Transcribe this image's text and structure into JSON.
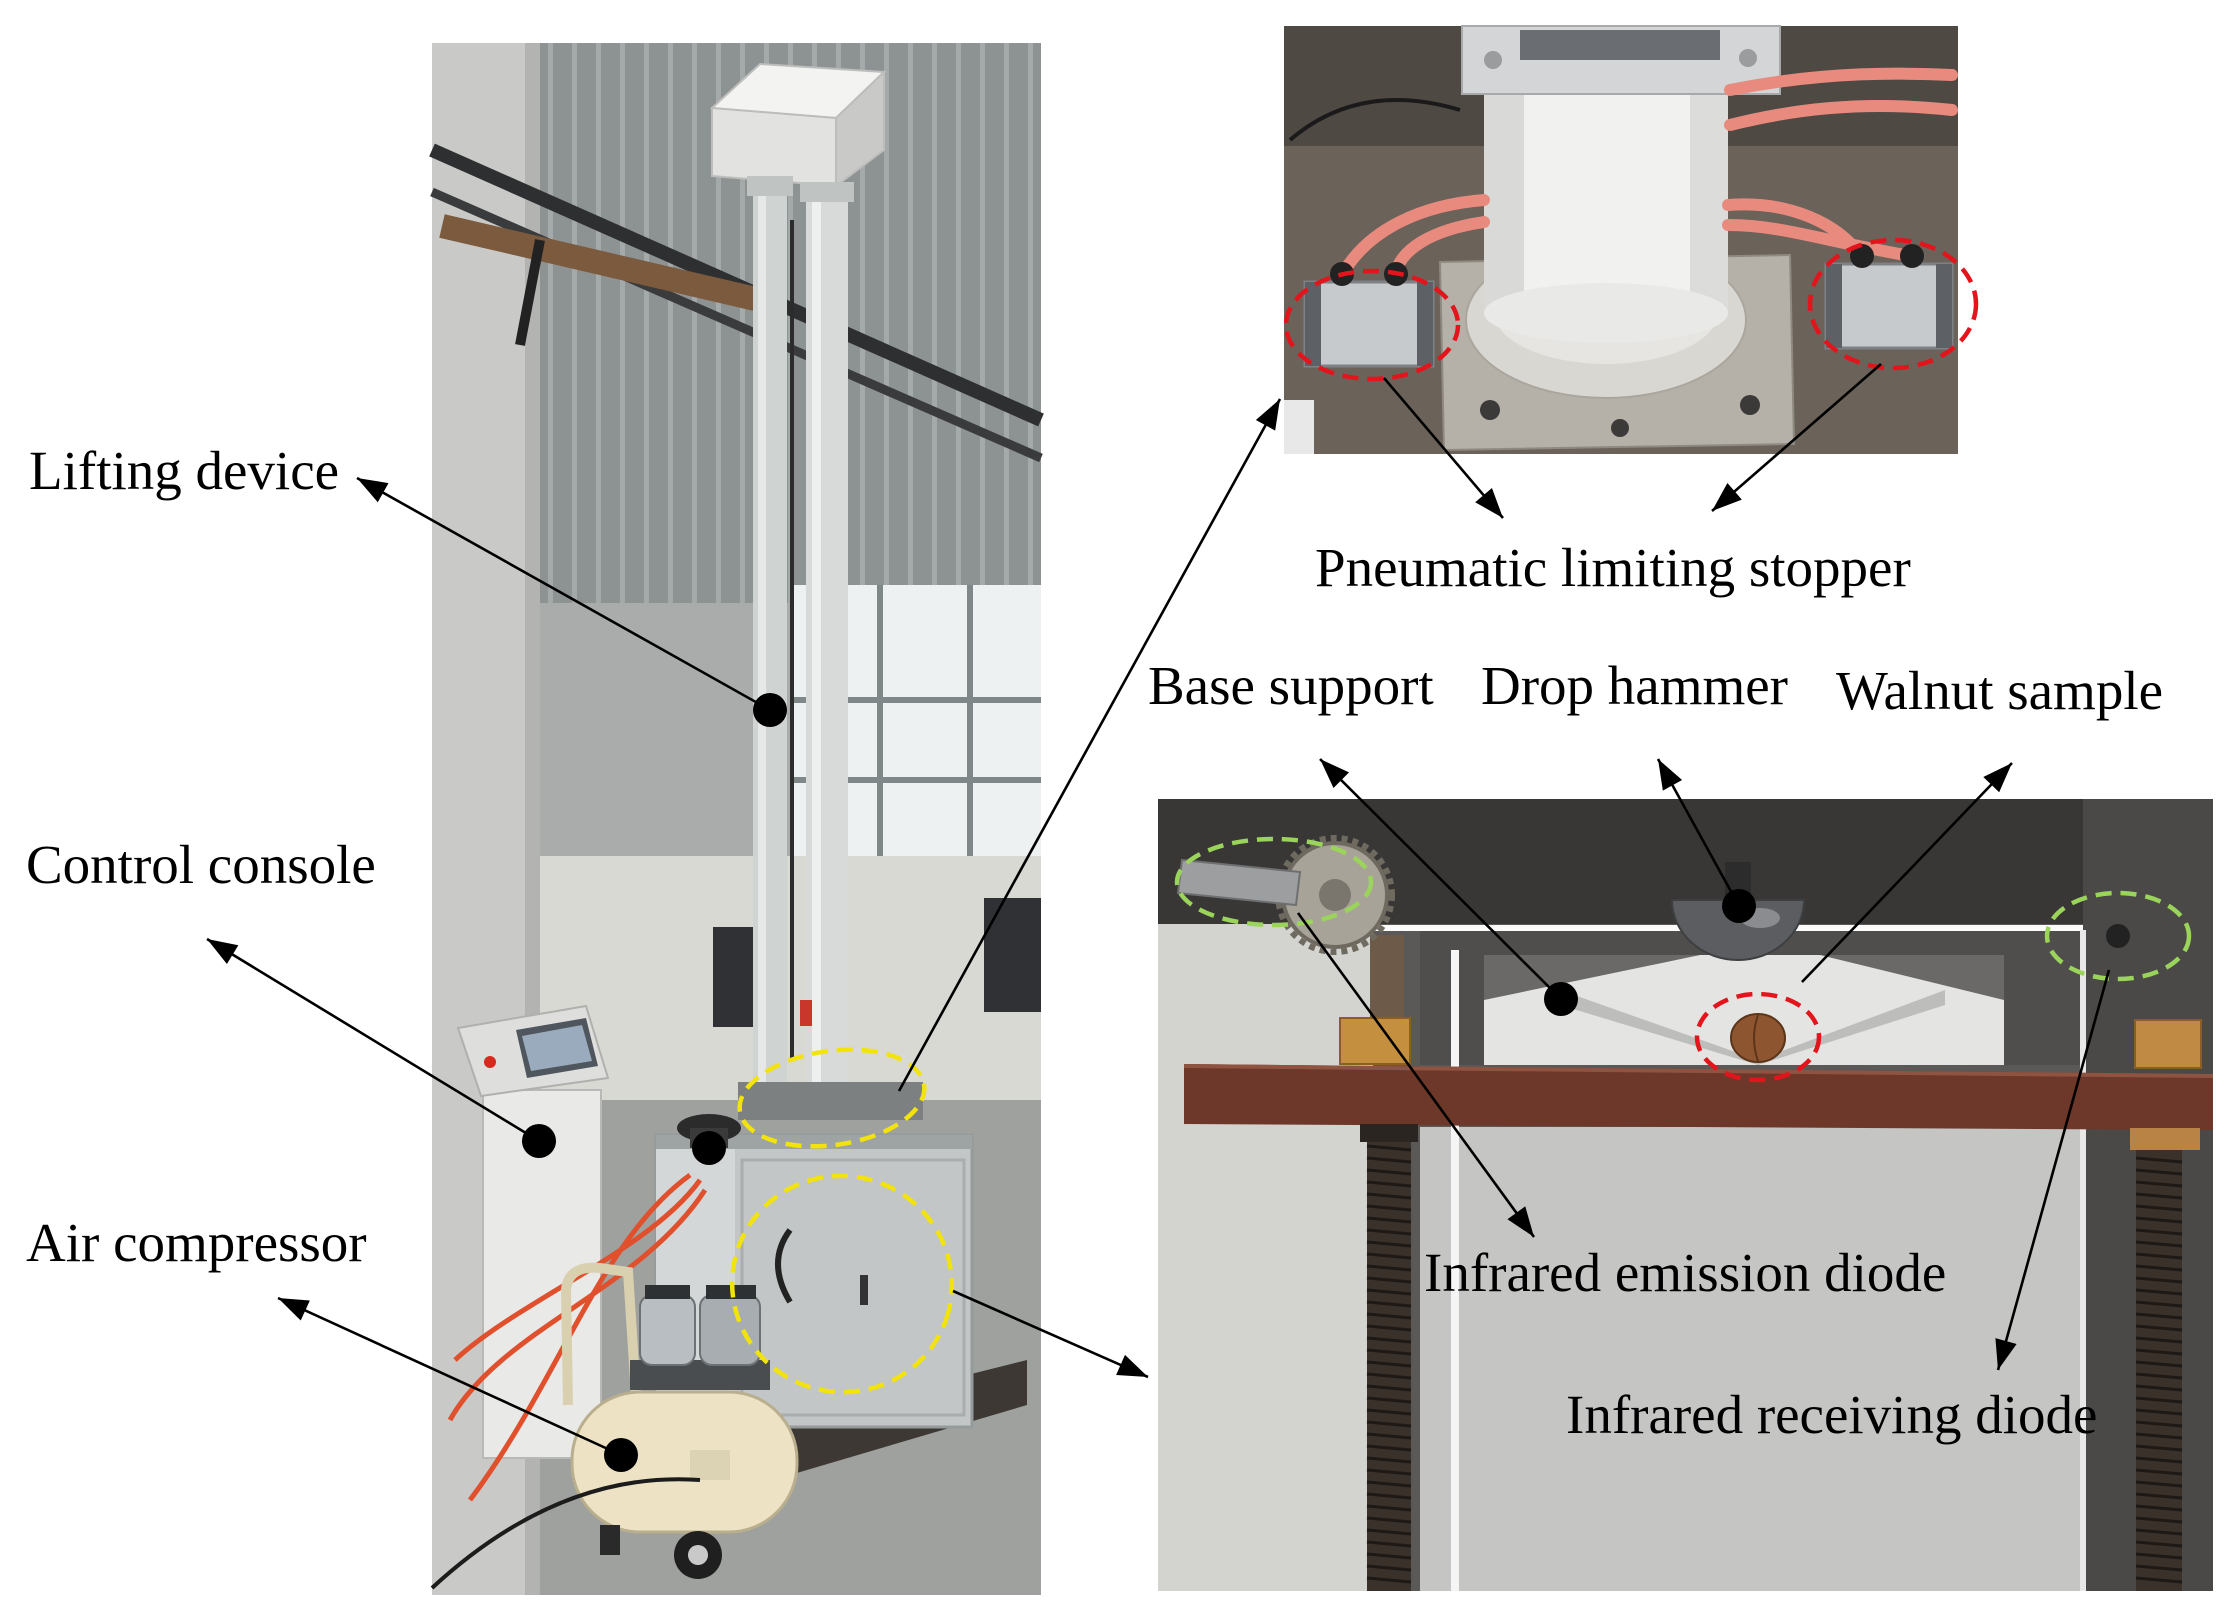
{
  "labels": {
    "lifting_device": "Lifting device",
    "control_console": "Control console",
    "air_compressor": "Air compressor",
    "pneumatic_limiting_stopper": "Pneumatic limiting stopper",
    "base_support": "Base support",
    "drop_hammer": "Drop hammer",
    "walnut_sample": "Walnut sample",
    "infrared_emission_diode": "Infrared emission diode",
    "infrared_receiving_diode": "Infrared receiving diode"
  },
  "colors": {
    "annotation": "#000000",
    "highlight_yellow": "#f2e30c",
    "highlight_red": "#e3141b",
    "highlight_green": "#9bd45a"
  }
}
